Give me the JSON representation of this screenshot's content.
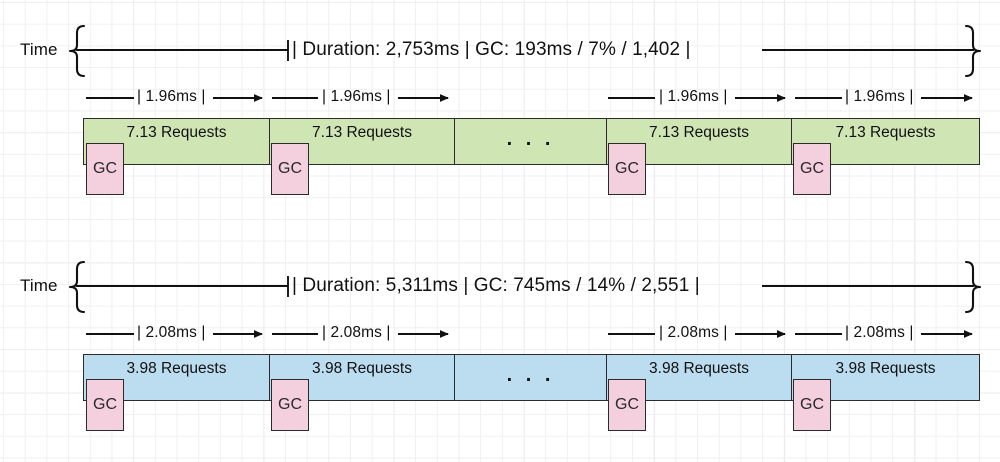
{
  "diagram": {
    "title_hidden": "",
    "colors": {
      "green_fill": "#cfe5b4",
      "blue_fill": "#bcdcf0",
      "gc_fill": "#f4cfdd",
      "stroke": "#2b2b2b",
      "grid_minor": "#f0f0f2",
      "grid_major": "#e3e3e6",
      "text": "#111111"
    },
    "rows": [
      {
        "id": "row-green",
        "time_label": "Time",
        "duration_label": "| Duration: 2,753ms | GC: 193ms / 7% / 1,402 |",
        "duration_ms": "2,753ms",
        "gc_time": "193ms",
        "gc_percent": "7%",
        "gc_count": "1,402",
        "step_labels": [
          "| 1.96ms |",
          "| 1.96ms |",
          "| 1.96ms |",
          "| 1.96ms |"
        ],
        "segments": [
          {
            "label": "7.13 Requests",
            "is_dots": false
          },
          {
            "label": "7.13 Requests",
            "is_dots": false
          },
          {
            "label": ". . .",
            "is_dots": true
          },
          {
            "label": "7.13 Requests",
            "is_dots": false
          },
          {
            "label": "7.13 Requests",
            "is_dots": false
          }
        ],
        "gc_labels": [
          "GC",
          "GC",
          "GC",
          "GC"
        ]
      },
      {
        "id": "row-blue",
        "time_label": "Time",
        "duration_label": "| Duration: 5,311ms | GC: 745ms / 14% / 2,551 |",
        "duration_ms": "5,311ms",
        "gc_time": "745ms",
        "gc_percent": "14%",
        "gc_count": "2,551",
        "step_labels": [
          "| 2.08ms |",
          "| 2.08ms |",
          "| 2.08ms |",
          "| 2.08ms |"
        ],
        "segments": [
          {
            "label": "3.98 Requests",
            "is_dots": false
          },
          {
            "label": "3.98 Requests",
            "is_dots": false
          },
          {
            "label": ". . .",
            "is_dots": true
          },
          {
            "label": "3.98 Requests",
            "is_dots": false
          },
          {
            "label": "3.98 Requests",
            "is_dots": false
          }
        ],
        "gc_labels": [
          "GC",
          "GC",
          "GC",
          "GC"
        ]
      }
    ]
  }
}
